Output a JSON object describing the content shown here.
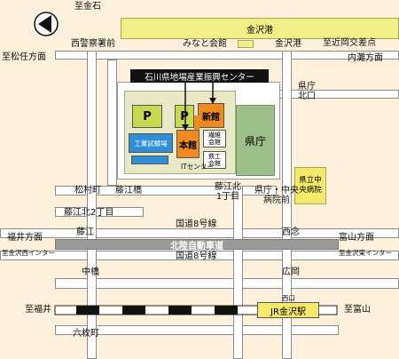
{
  "labels": {
    "kanazawa_port": "金沢港",
    "minato_hall": "みなと会館",
    "to_kanaishi": "至金石",
    "to_kanazawa_east_ic": "至近岡交差点",
    "to_matsunin": "至松任方面",
    "nishi_keisatsu": "西警察署前",
    "kanazawa_port_jct": "金沢港",
    "to_uchinada": "内灘方面",
    "center_name": "石川県地場産業振興センター",
    "parking_1": "P",
    "parking_2": "P",
    "shinkan": "新館",
    "honkan": "本館",
    "kogyo_shikenjo": "工業試験場",
    "orimono_hall": "繊維会館",
    "tekko_hall": "鉄工会館",
    "it_center": "ITセンター",
    "kencho": "県庁",
    "kencho_kita": "県庁北口",
    "kenritsu_hospital": "県立中央病院",
    "matsumura": "松村町",
    "fujiebashi": "藤江橋",
    "fujie_kita_1": "藤江北1丁目",
    "kencho_hospital_mae": "県庁・中央病院前",
    "fujie_kita_2": "藤江北2丁目",
    "fukui_direction": "福井方面",
    "to_kanazawa_west_ic": "至金沢西インター",
    "fujie": "藤江",
    "route8_top": "国道8号線",
    "hokuriku_expressway": "北陸自動車道",
    "route8_bottom": "国道8号線",
    "nishinen": "西念",
    "toyama_direction": "富山方面",
    "to_kanazawa_east_ic2": "至金沢東インター",
    "nakahashi": "中橋",
    "hirooka": "広岡",
    "nishiguchi": "西口",
    "to_fukui": "至福井",
    "jr_kanazawa": "JR金沢駅",
    "to_toyama": "至富山",
    "rokumaicho": "六枚町"
  },
  "icons": {
    "compass": "north-arrow-icon"
  },
  "colors": {
    "background": "#fdf1dc",
    "port": "#f2ee88",
    "parking": "#c7d94f",
    "building_orange": "#ef8a1f",
    "test_lab": "#2f8fd6",
    "prefecture": "#9fbf8a",
    "hospital": "#f5e86b",
    "expressway": "#9a9a9a",
    "station": "#f5e86b",
    "banner": "#111111"
  }
}
